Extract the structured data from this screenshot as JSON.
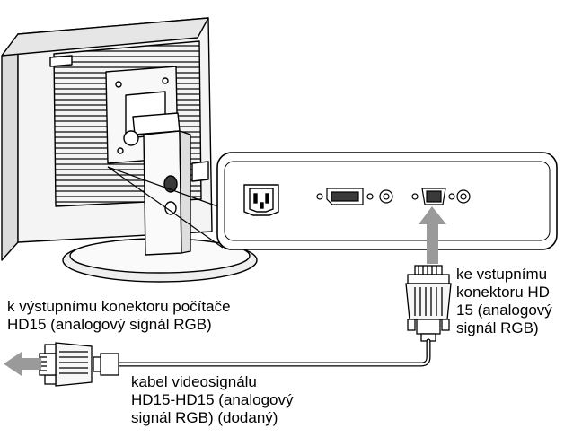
{
  "labels": {
    "input_connector": [
      "ke vstupnímu",
      "konektoru HD",
      "15 (analogový",
      "signál RGB)"
    ],
    "output_connector": [
      "k výstupnímu konektoru počítače",
      "HD15 (analogový signál RGB)"
    ],
    "cable": [
      "kabel videosignálu",
      "HD15-HD15 (analogový",
      "signál RGB) (dodaný)"
    ]
  },
  "colors": {
    "line": "#000000",
    "gray_arrow": "#9a9a9a",
    "panel_fill": "#ffffff",
    "monitor_fill": "#f2f2f2",
    "dark_fill": "#3a3a3a"
  },
  "icons": [
    "monitor-illustration",
    "connector-panel",
    "ac-power-socket",
    "dvi-connector",
    "hd15-input-connector",
    "hd15-cable-plug",
    "left-arrow-icon",
    "up-arrow-icon"
  ]
}
